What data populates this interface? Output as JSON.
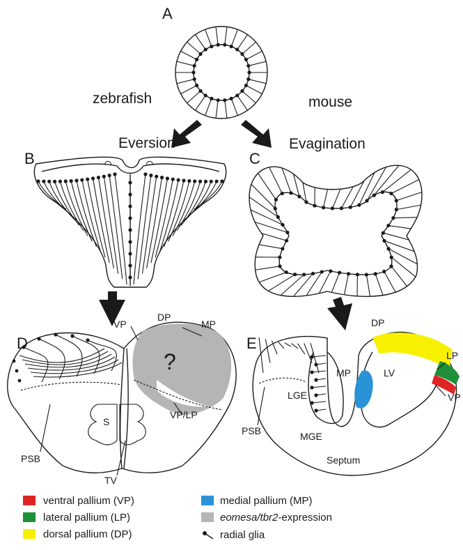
{
  "panels": {
    "a": "A",
    "b": "B",
    "c": "C",
    "d": "D",
    "e": "E"
  },
  "headings": {
    "zebrafish": "zebrafish",
    "mouse": "mouse",
    "eversion": "Eversion",
    "evagination": "Evagination"
  },
  "labels_d": {
    "dp": "DP",
    "mp": "MP",
    "vp": "VP",
    "vp_lp": "VP/LP",
    "s": "S",
    "psb": "PSB",
    "tv": "TV",
    "question": "?"
  },
  "labels_e": {
    "dp": "DP",
    "lp": "LP",
    "vp": "VP",
    "mp": "MP",
    "lv": "LV",
    "lge": "LGE",
    "mge": "MGE",
    "psb": "PSB",
    "septum": "Septum"
  },
  "legend": {
    "items": [
      {
        "label": "ventral pallium (VP)",
        "color": "#e02424"
      },
      {
        "label": "lateral pallium (LP)",
        "color": "#1f8f3a"
      },
      {
        "label": "dorsal pallium (DP)",
        "color": "#f7f000"
      },
      {
        "label": "medial pallium (MP)",
        "color": "#2a92d6"
      },
      {
        "label_italic": "eomesa/tbr2",
        "label_rest": "-expression",
        "color": "#b5b5b5"
      },
      {
        "label": "radial glia",
        "icon": "radial-glia-icon"
      }
    ]
  },
  "colors": {
    "vp": "#e02424",
    "lp": "#1f8f3a",
    "dp": "#f7f000",
    "mp": "#2a92d6",
    "eomesa": "#b5b5b5",
    "line": "#1a1a1a"
  }
}
